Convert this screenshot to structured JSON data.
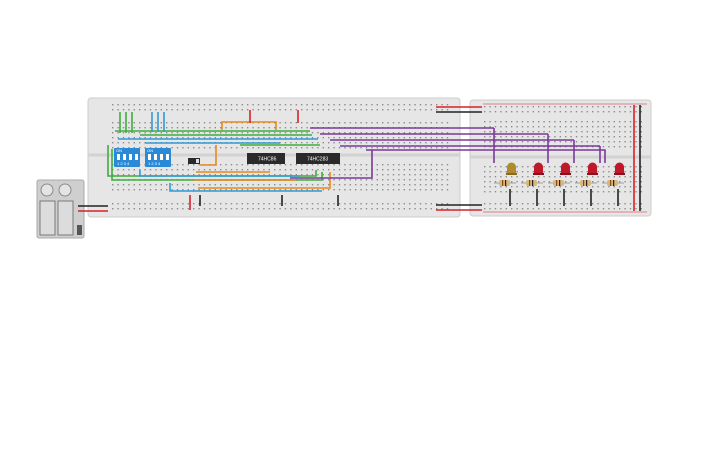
{
  "circuit": {
    "chips": [
      {
        "label": "74HC86"
      },
      {
        "label": "74HC283"
      }
    ],
    "dip_switches": [
      {
        "on_label": "ON",
        "pins": "1 2 3 4"
      },
      {
        "on_label": "ON",
        "pins": "1 2 3 4"
      }
    ],
    "leds": [
      {
        "color": "#b08a2e"
      },
      {
        "color": "#c0182a"
      },
      {
        "color": "#c0182a"
      },
      {
        "color": "#c0182a"
      },
      {
        "color": "#c0182a"
      }
    ],
    "resistor_count": 5,
    "wire_colors": {
      "green": "#3fae3f",
      "blue": "#2f9ad8",
      "orange": "#e8891a",
      "purple": "#7a3a98",
      "red": "#d8202a",
      "black": "#222222"
    }
  }
}
